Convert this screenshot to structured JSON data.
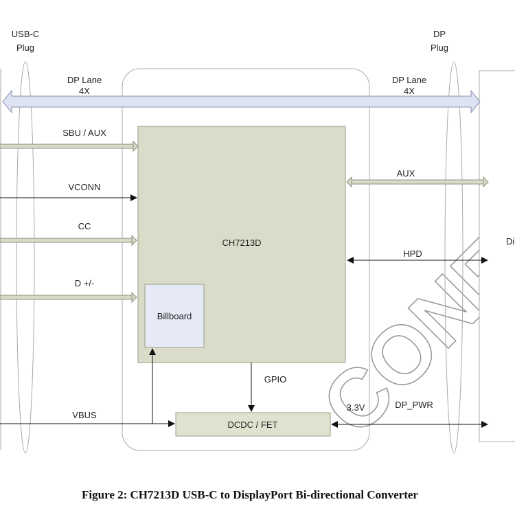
{
  "diagram": {
    "left_plug_title": [
      "USB-C",
      "Plug"
    ],
    "right_plug_title": [
      "DP",
      "Plug"
    ],
    "dp_lane_left": [
      "DP Lane",
      "4X"
    ],
    "dp_lane_right": [
      "DP Lane",
      "4X"
    ],
    "chip_name": "CH7213D",
    "billboard": "Billboard",
    "dcdc": "DCDC  / FET",
    "signals": {
      "sbu_aux": "SBU / AUX",
      "vconn": "VCONN",
      "cc": "CC",
      "d_pm": "D +/-",
      "vbus": "VBUS",
      "aux": "AUX",
      "hpd": "HPD",
      "gpio": "GPIO",
      "v33": "3.3V",
      "dp_pwr": "DP_PWR",
      "right_edge_partial": "Di"
    },
    "watermark": "CONFIDENTIAL",
    "caption": "Figure 2: CH7213D USB-C to DisplayPort Bi-directional Converter",
    "colors": {
      "chip_fill": "#d9dcc8",
      "billboard_fill": "#e6e9f6",
      "dcdc_fill": "#dfe2cf",
      "lane_fill": "#dde3f2",
      "bus_fill": "#d7dac6"
    }
  }
}
